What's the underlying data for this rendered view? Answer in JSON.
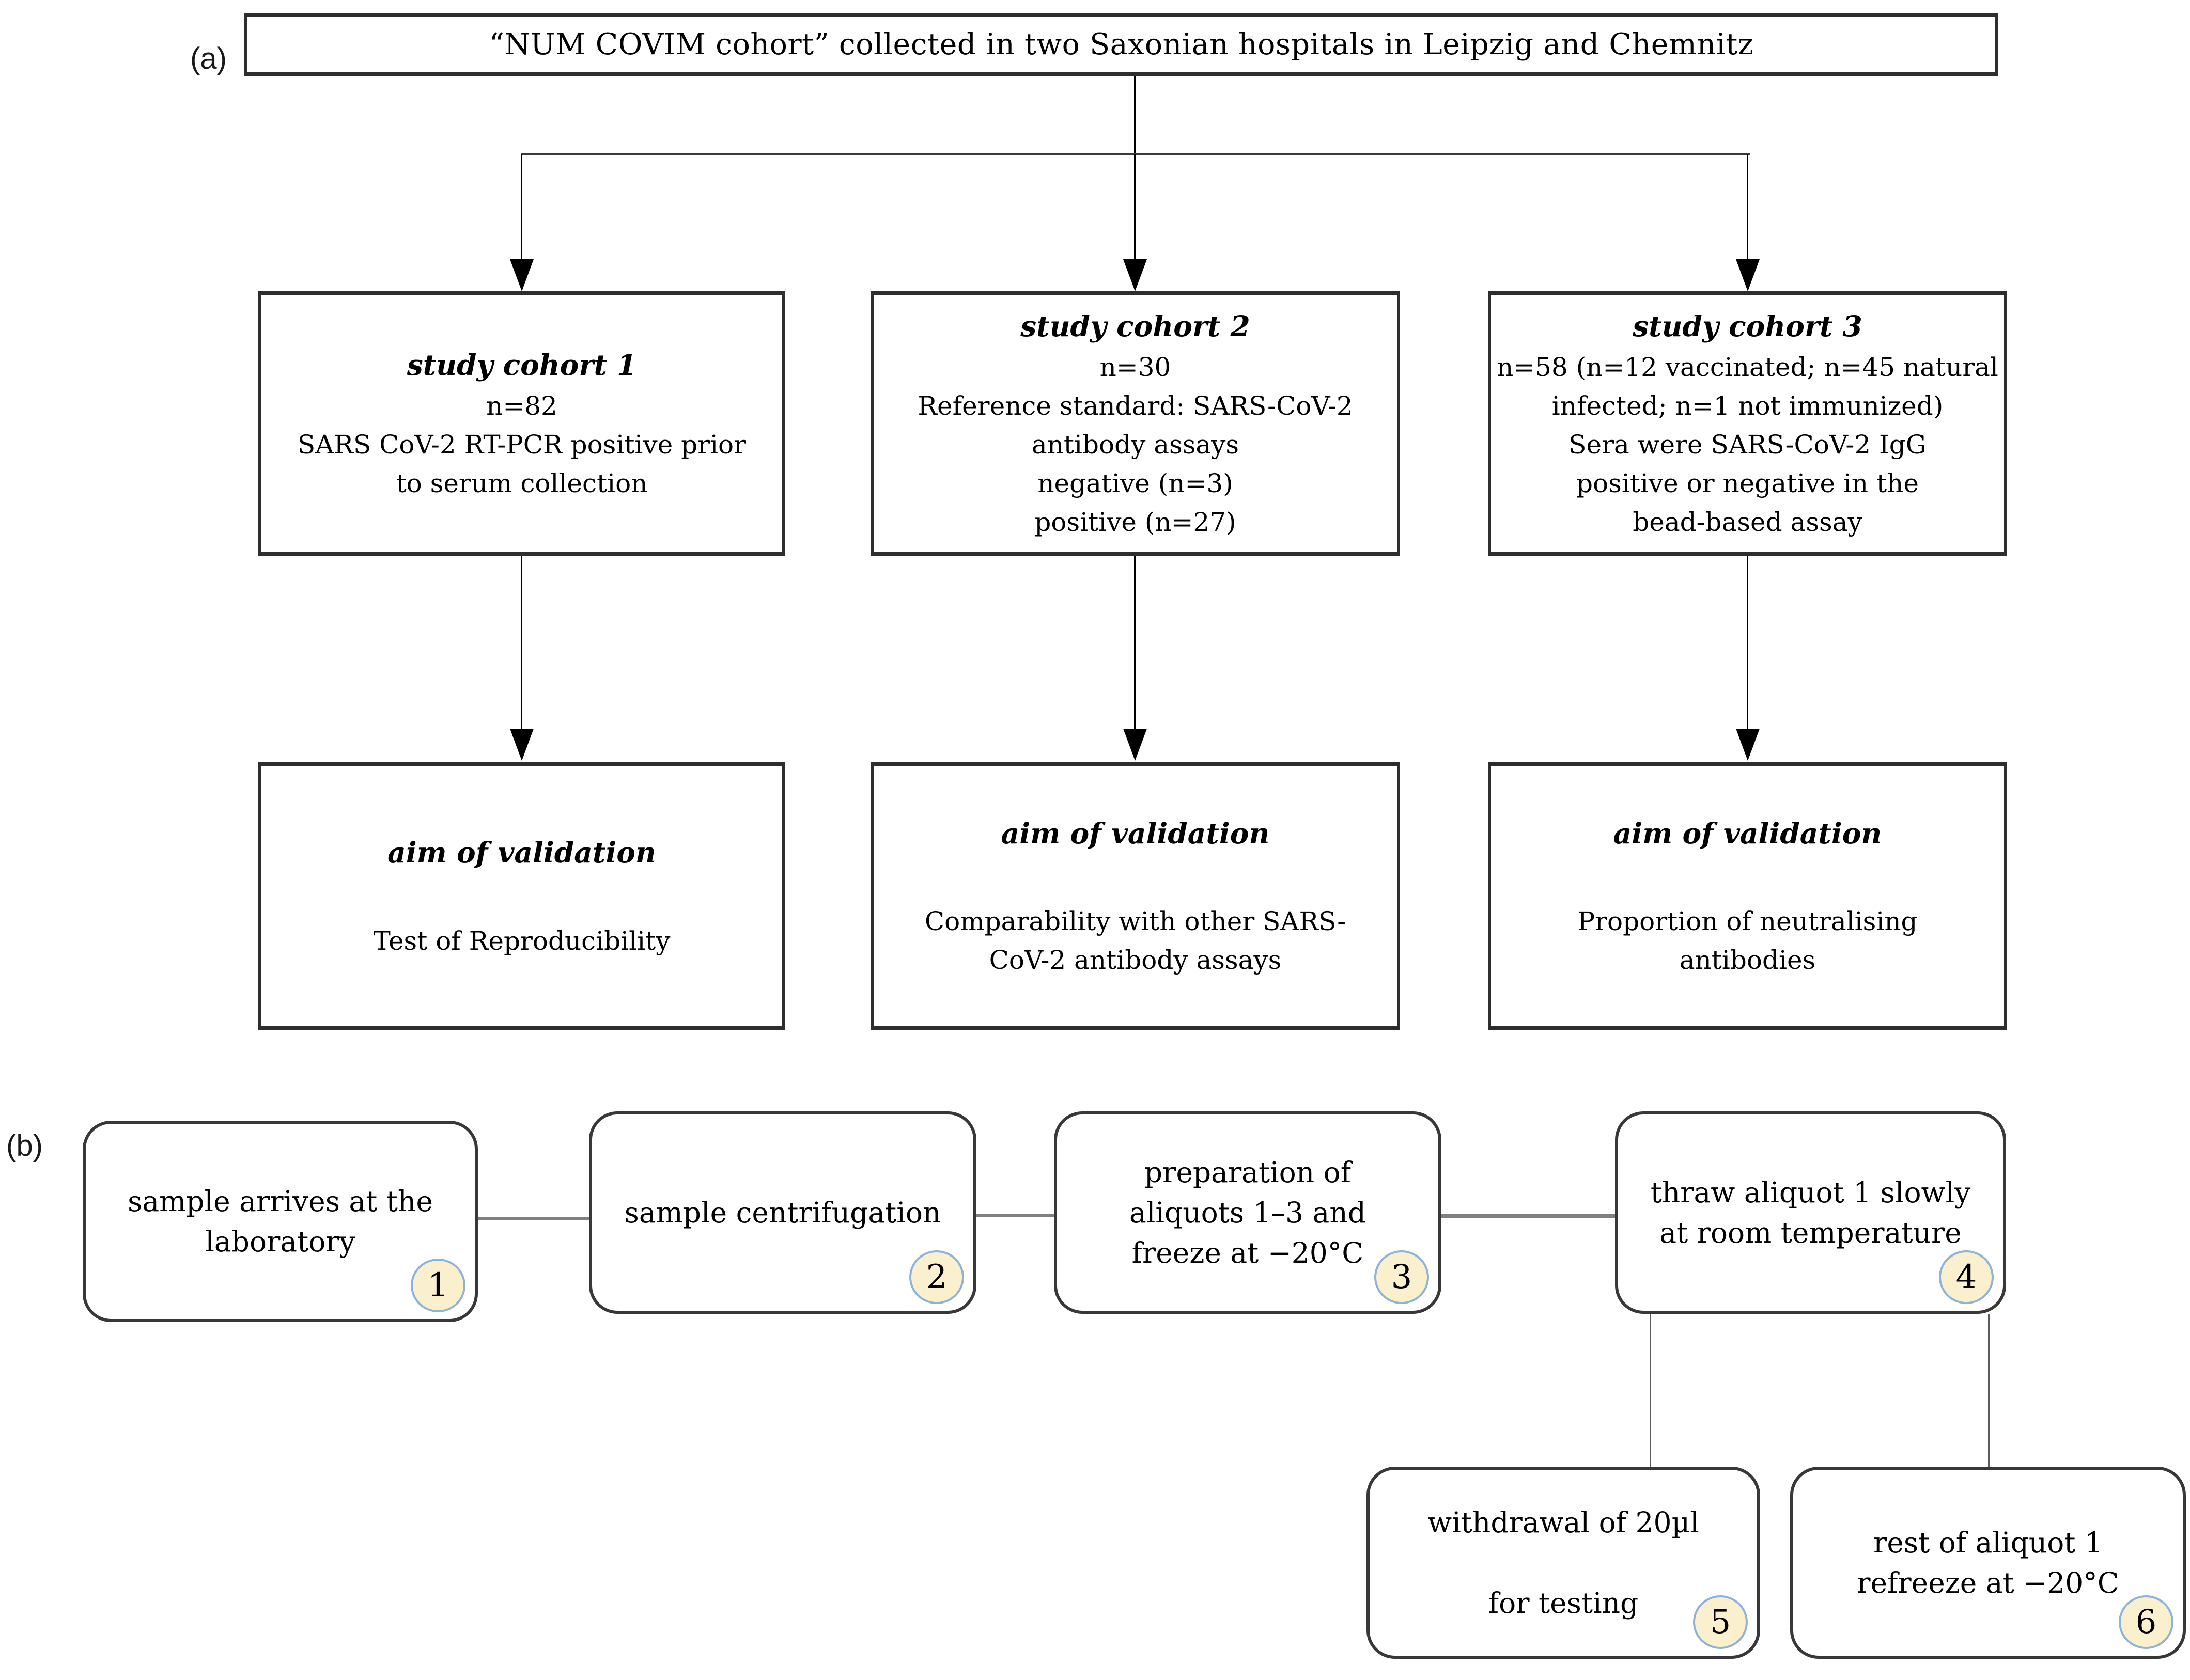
{
  "figure": {
    "type": "flowchart",
    "panel_a": {
      "label": "(a)",
      "root_box": "“NUM COVIM cohort” collected in two Saxonian hospitals in Leipzig and Chemnitz",
      "cohorts": [
        {
          "title": "study cohort 1",
          "body": "n=82\nSARS CoV-2 RT-PCR positive prior\nto serum collection"
        },
        {
          "title": "study cohort 2",
          "body": "n=30\nReference standard: SARS-CoV-2\nantibody assays\nnegative (n=3)\npositive (n=27)"
        },
        {
          "title": "study cohort 3",
          "body": "n=58 (n=12 vaccinated; n=45 natural\ninfected; n=1 not immunized)\nSera were SARS-CoV-2 IgG\npositive or negative in the\nbead-based assay"
        }
      ],
      "aims": [
        {
          "title": "aim of validation",
          "body": "Test of Reproducibility"
        },
        {
          "title": "aim of validation",
          "body": "Comparability with other SARS-\nCoV-2 antibody assays"
        },
        {
          "title": "aim of validation",
          "body": "Proportion of neutralising\nantibodies"
        }
      ]
    },
    "panel_b": {
      "label": "(b)",
      "steps": [
        {
          "number": "1",
          "text": "sample arrives at the\nlaboratory"
        },
        {
          "number": "2",
          "text": "sample centrifugation"
        },
        {
          "number": "3",
          "text": "preparation of\naliquots 1–3 and\nfreeze at −20°C"
        },
        {
          "number": "4",
          "text": "thraw aliquot 1 slowly\nat room temperature"
        },
        {
          "number": "5",
          "text": "withdrawal of 20µl\n\nfor testing"
        },
        {
          "number": "6",
          "text": "rest of aliquot 1\nrefreeze at −20°C"
        }
      ]
    },
    "colors": {
      "badge_fill": "#fbf0cd",
      "badge_border": "#8db3d8",
      "box_border": "#2e2e2e",
      "arrow": "#000000",
      "gray_connector": "#808080"
    }
  }
}
